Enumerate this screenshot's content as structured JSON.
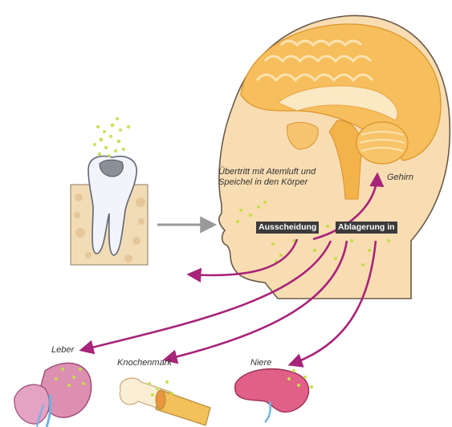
{
  "labels": {
    "transfer": "Übertritt mit Atemluft und Speichel in den Körper",
    "brain": "Gehirn",
    "excretion": "Ausscheidung",
    "deposition": "Ablagerung in",
    "liver": "Leber",
    "bone_marrow": "Knochenmark",
    "kidney": "Niere"
  },
  "colors": {
    "arrow": "#a8237a",
    "gray_arrow": "#9a9a9a",
    "mercury_dots": "#c4de4a",
    "skin": "#f9ddb2",
    "brain": "#f3b24a",
    "organ": "#e06088"
  }
}
